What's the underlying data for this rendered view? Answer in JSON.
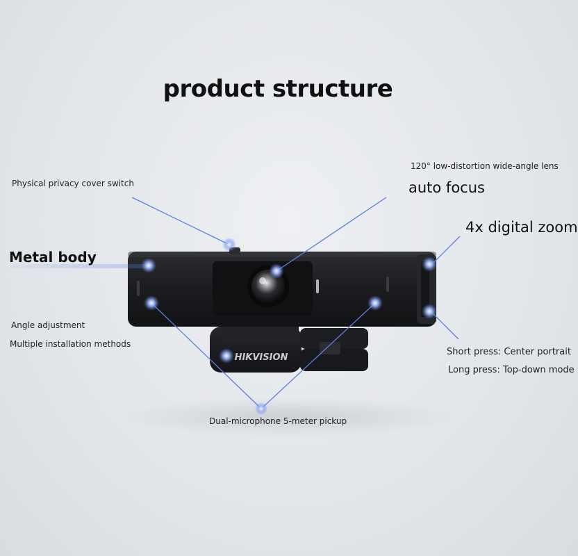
{
  "title": "product structure",
  "labels": {
    "privacy_switch": "Physical privacy cover switch",
    "metal_body": "Metal body",
    "angle_adjustment": "Angle adjustment",
    "installation": "Multiple installation methods",
    "lens": "120° low-distortion wide-angle lens",
    "auto_focus": "auto focus",
    "digital_zoom": "4x digital zoom",
    "short_press": "Short press: Center portrait",
    "long_press": "Long press: Top-down mode",
    "microphone": "Dual-microphone 5-meter pickup"
  },
  "brand": "HIKVISION",
  "colors": {
    "accent": "#5b7fe0",
    "device": "#1c1d20",
    "background": "#e4e7eb"
  }
}
